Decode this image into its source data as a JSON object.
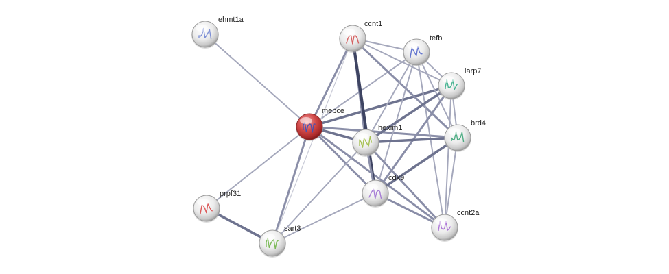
{
  "network": {
    "nodes": [
      {
        "id": "ehmt1a",
        "label": "ehmt1a",
        "query": false,
        "glyph": "#6a7fd0"
      },
      {
        "id": "ccnt1",
        "label": "ccnt1",
        "query": false,
        "glyph": "#d04848"
      },
      {
        "id": "tefb",
        "label": "tefb",
        "query": false,
        "glyph": "#4a5fc8"
      },
      {
        "id": "larp7",
        "label": "larp7",
        "query": false,
        "glyph": "#28a880"
      },
      {
        "id": "mepce",
        "label": "mepce",
        "query": true,
        "glyph": "#3050c0"
      },
      {
        "id": "hexim1",
        "label": "hexim1",
        "query": false,
        "glyph": "#9ab83a"
      },
      {
        "id": "brd4",
        "label": "brd4",
        "query": false,
        "glyph": "#30a070"
      },
      {
        "id": "cdk9",
        "label": "cdk9",
        "query": false,
        "glyph": "#9a6ad0"
      },
      {
        "id": "prpf31",
        "label": "prpf31",
        "query": false,
        "glyph": "#d84040"
      },
      {
        "id": "ccnt2a",
        "label": "ccnt2a",
        "query": false,
        "glyph": "#a060d0"
      },
      {
        "id": "sart3",
        "label": "sart3",
        "query": false,
        "glyph": "#68b040"
      }
    ],
    "edges": [
      {
        "source": "ehmt1a",
        "target": "mepce",
        "weight": 1
      },
      {
        "source": "mepce",
        "target": "ccnt1",
        "weight": 2
      },
      {
        "source": "mepce",
        "target": "tefb",
        "weight": 1
      },
      {
        "source": "mepce",
        "target": "larp7",
        "weight": 3
      },
      {
        "source": "mepce",
        "target": "brd4",
        "weight": 2
      },
      {
        "source": "mepce",
        "target": "hexim1",
        "weight": 3
      },
      {
        "source": "mepce",
        "target": "cdk9",
        "weight": 2
      },
      {
        "source": "mepce",
        "target": "ccnt2a",
        "weight": 2
      },
      {
        "source": "mepce",
        "target": "prpf31",
        "weight": 1
      },
      {
        "source": "mepce",
        "target": "sart3",
        "weight": 2
      },
      {
        "source": "ccnt1",
        "target": "tefb",
        "weight": 1
      },
      {
        "source": "ccnt1",
        "target": "larp7",
        "weight": 1
      },
      {
        "source": "ccnt1",
        "target": "brd4",
        "weight": 2
      },
      {
        "source": "ccnt1",
        "target": "hexim1",
        "weight": 2
      },
      {
        "source": "ccnt1",
        "target": "cdk9",
        "weight": 4
      },
      {
        "source": "tefb",
        "target": "larp7",
        "weight": 1
      },
      {
        "source": "tefb",
        "target": "brd4",
        "weight": 1
      },
      {
        "source": "tefb",
        "target": "hexim1",
        "weight": 1
      },
      {
        "source": "tefb",
        "target": "cdk9",
        "weight": 1
      },
      {
        "source": "tefb",
        "target": "ccnt2a",
        "weight": 1
      },
      {
        "source": "larp7",
        "target": "hexim1",
        "weight": 3
      },
      {
        "source": "larp7",
        "target": "cdk9",
        "weight": 2
      },
      {
        "source": "larp7",
        "target": "brd4",
        "weight": 1
      },
      {
        "source": "larp7",
        "target": "ccnt2a",
        "weight": 1
      },
      {
        "source": "hexim1",
        "target": "brd4",
        "weight": 3
      },
      {
        "source": "hexim1",
        "target": "cdk9",
        "weight": 2
      },
      {
        "source": "hexim1",
        "target": "ccnt2a",
        "weight": 2
      },
      {
        "source": "hexim1",
        "target": "sart3",
        "weight": 1
      },
      {
        "source": "brd4",
        "target": "cdk9",
        "weight": 3
      },
      {
        "source": "brd4",
        "target": "ccnt2a",
        "weight": 1
      },
      {
        "source": "cdk9",
        "target": "ccnt2a",
        "weight": 2
      },
      {
        "source": "cdk9",
        "target": "sart3",
        "weight": 1
      },
      {
        "source": "prpf31",
        "target": "sart3",
        "weight": 3
      },
      {
        "source": "sart3",
        "target": "ccnt1",
        "weight": 0
      }
    ]
  }
}
